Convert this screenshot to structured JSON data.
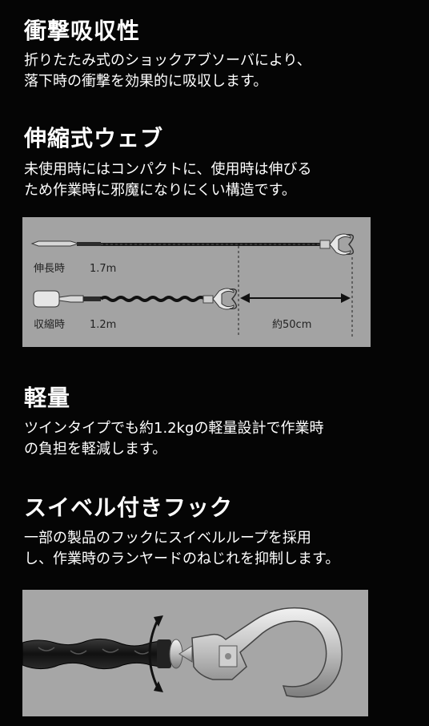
{
  "sections": [
    {
      "heading": "衝撃吸収性",
      "body": "折りたたみ式のショックアブソーバにより、\n落下時の衝撃を効果的に吸収します。"
    },
    {
      "heading": "伸縮式ウェブ",
      "body": "未使用時にはコンパクトに、使用時は伸びる\nため作業時に邪魔になりにくい構造です。"
    },
    {
      "heading": "軽量",
      "body": "ツインタイプでも約1.2kgの軽量設計で作業時\nの負担を軽減します。"
    },
    {
      "heading": "スイベル付きフック",
      "body": "一部の製品のフックにスイベルループを採用\nし、作業時のランヤードのねじれを抑制します。"
    }
  ],
  "figure_length": {
    "extended_label": "伸長時",
    "extended_value": "1.7m",
    "retracted_label": "収縮時",
    "retracted_value": "1.2m",
    "difference_label": "約50cm"
  },
  "colors": {
    "background": "#050505",
    "text": "#ffffff",
    "figure_bg": "#a3a3a3"
  }
}
